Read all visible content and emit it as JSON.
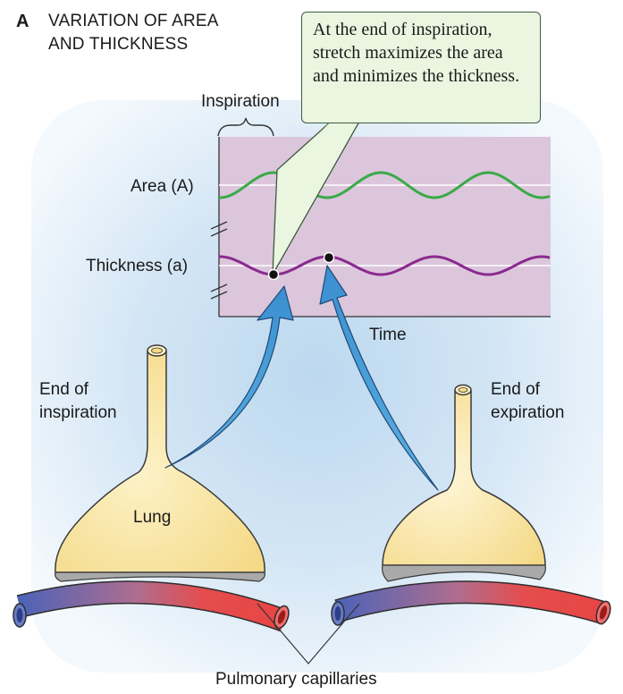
{
  "panel": {
    "letter": "A",
    "title_line1": "VARIATION OF AREA",
    "title_line2": "AND THICKNESS"
  },
  "callout": {
    "text": "At the end of inspiration, stretch maximizes the area and minimizes the thickness."
  },
  "graph": {
    "inspiration_label": "Inspiration",
    "area_label": "Area (A)",
    "thickness_label": "Thickness (a)",
    "time_label": "Time",
    "area_color": "#3aaa48",
    "thickness_color": "#8a2a8e",
    "background_color": "#dcc6dc"
  },
  "lungs": {
    "left_label_line1": "End of",
    "left_label_line2": "inspiration",
    "right_label_line1": "End of",
    "right_label_line2": "expiration",
    "lung_label": "Lung",
    "lung_color": "#f8de95",
    "arrow_color": "#4a9fd8"
  },
  "capillaries": {
    "label": "Pulmonary capillaries",
    "venous_color": "#4d63b8",
    "arterial_color": "#e84545"
  }
}
